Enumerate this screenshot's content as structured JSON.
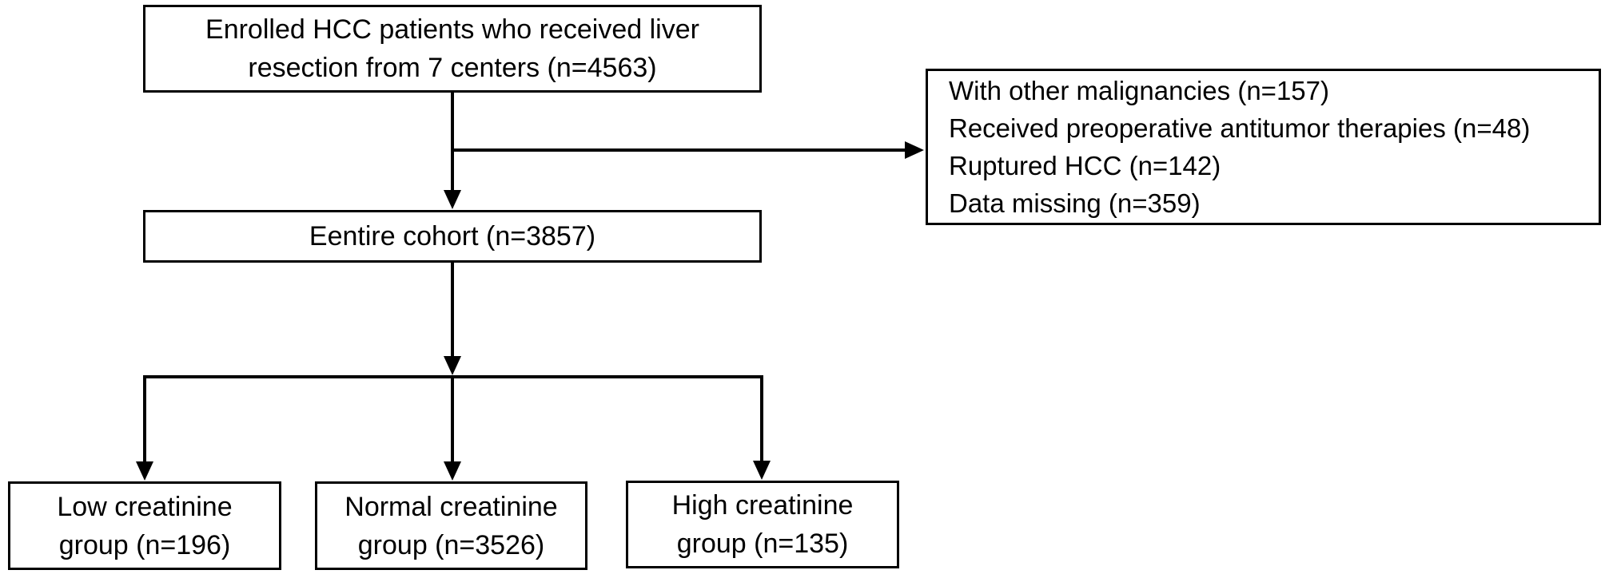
{
  "figure": {
    "background_color": "#ffffff",
    "line_color": "#000000",
    "type": "patient-enrollment-flowchart"
  },
  "nodes": {
    "enrolled": {
      "lines": [
        "Enrolled HCC patients who received liver",
        "resection from 7 centers (n=4563)"
      ]
    },
    "exclusions": {
      "lines": [
        "With other malignancies (n=157)",
        "Received preoperative antitumor therapies (n=48)",
        "Ruptured HCC (n=142)",
        "Data missing (n=359)"
      ]
    },
    "cohort": {
      "lines": [
        "Eentire cohort (n=3857)"
      ]
    },
    "low_group": {
      "lines": [
        "Low creatinine",
        "group (n=196)"
      ]
    },
    "normal_group": {
      "lines": [
        "Normal creatinine",
        "group (n=3526)"
      ]
    },
    "high_group": {
      "lines": [
        "High creatinine",
        "group (n=135)"
      ]
    }
  }
}
